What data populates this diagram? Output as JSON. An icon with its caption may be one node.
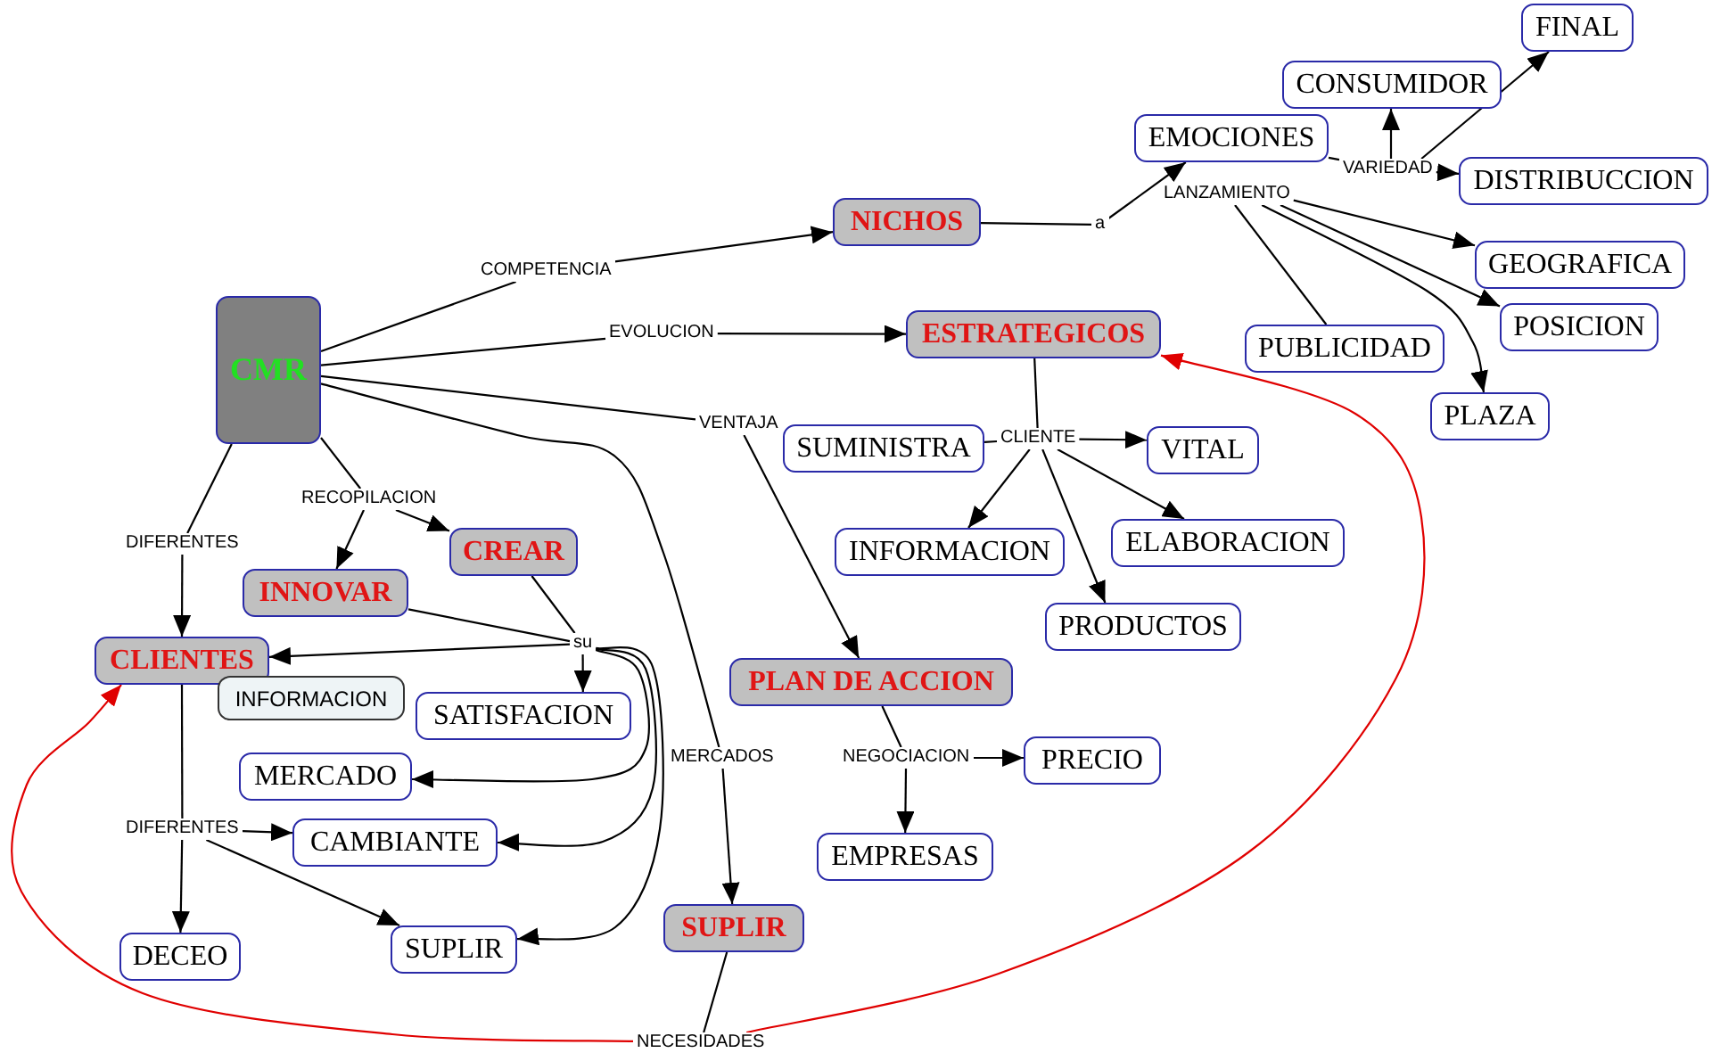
{
  "diagram": {
    "nodes": [
      {
        "text": [
          "FINAL"
        ]
      },
      {
        "text": [
          "CONSUMIDOR"
        ]
      },
      {
        "text": [
          "EMOCIONES"
        ]
      },
      {
        "text": [
          "VARIEDAD"
        ]
      },
      {
        "text": [
          "DISTRIBUCCION"
        ]
      },
      {
        "text": [
          "LANZAMIENTO"
        ]
      },
      {
        "text": [
          "NICHOS"
        ]
      },
      {
        "text": [
          "a"
        ]
      },
      {
        "text": [
          "GEOGRAFICA"
        ]
      },
      {
        "text": [
          "COMPETENCIA"
        ]
      },
      {
        "text": [
          "CMR"
        ]
      },
      {
        "text": [
          "POSICION"
        ]
      },
      {
        "text": [
          "EVOLUCION"
        ]
      },
      {
        "text": [
          "ESTRATEGICOS"
        ]
      },
      {
        "text": [
          "PUBLICIDAD"
        ]
      },
      {
        "text": [
          "PLAZA"
        ]
      },
      {
        "text": [
          "VENTAJA"
        ]
      },
      {
        "text": [
          "SUMINISTRA"
        ]
      },
      {
        "text": [
          "CLIENTE"
        ]
      },
      {
        "text": [
          "VITAL"
        ]
      },
      {
        "text": [
          "RECOPILACION"
        ]
      },
      {
        "text": [
          "INFORMACION"
        ]
      },
      {
        "text": [
          "ELABORACION"
        ]
      },
      {
        "text": [
          "DIFERENTES"
        ]
      },
      {
        "text": [
          "CREAR"
        ]
      },
      {
        "text": [
          "INNOVAR"
        ]
      },
      {
        "text": [
          "PRODUCTOS"
        ]
      },
      {
        "text": [
          "su"
        ]
      },
      {
        "text": [
          "CLIENTES"
        ]
      },
      {
        "text": [
          "PLAN DE ACCION"
        ]
      },
      {
        "text": [
          "INFORMACION"
        ]
      },
      {
        "text": [
          "SATISFACION"
        ]
      },
      {
        "text": [
          "PRECIO"
        ]
      },
      {
        "text": [
          "MERCADOS"
        ]
      },
      {
        "text": [
          "NEGOCIACION"
        ]
      },
      {
        "text": [
          "MERCADO"
        ]
      },
      {
        "text": [
          "DIFERENTES"
        ]
      },
      {
        "text": [
          "CAMBIANTE"
        ]
      },
      {
        "text": [
          "EMPRESAS"
        ]
      },
      {
        "text": [
          "SUPLIR"
        ]
      },
      {
        "text": [
          "DECEO"
        ]
      },
      {
        "text": [
          "SUPLIR"
        ]
      },
      {
        "text": [
          "NECESIDADES"
        ]
      }
    ],
    "edges": [
      {
        "from": 10,
        "to": 9,
        "arrow": "none"
      },
      {
        "from": 9,
        "to": 6,
        "arrow": "to"
      },
      {
        "from": 10,
        "to": 12,
        "arrow": "none"
      },
      {
        "from": 12,
        "to": 13,
        "arrow": "to"
      },
      {
        "from": 10,
        "to": 16,
        "arrow": "none"
      },
      {
        "from": 16,
        "to": 29,
        "arrow": "to"
      },
      {
        "from": 10,
        "to": 20,
        "arrow": "none"
      },
      {
        "from": 20,
        "to": 25,
        "arrow": "to"
      },
      {
        "from": 20,
        "to": 24,
        "arrow": "to"
      },
      {
        "from": 10,
        "to": 23,
        "arrow": "none"
      },
      {
        "from": 23,
        "to": 28,
        "arrow": "to"
      },
      {
        "from": 10,
        "to": 33,
        "arrow": "none"
      },
      {
        "from": 33,
        "to": 39,
        "arrow": "to"
      },
      {
        "from": 6,
        "to": 7,
        "arrow": "none"
      },
      {
        "from": 7,
        "to": 2,
        "arrow": "to"
      },
      {
        "from": 2,
        "to": 3,
        "arrow": "none"
      },
      {
        "from": 3,
        "to": 1,
        "arrow": "to"
      },
      {
        "from": 3,
        "to": 0,
        "arrow": "to"
      },
      {
        "from": 3,
        "to": 4,
        "arrow": "to"
      },
      {
        "from": 14,
        "to": 5,
        "arrow": "none"
      },
      {
        "from": 5,
        "to": 8,
        "arrow": "to"
      },
      {
        "from": 5,
        "to": 11,
        "arrow": "to"
      },
      {
        "from": 5,
        "to": 15,
        "arrow": "to"
      },
      {
        "from": 13,
        "to": 18,
        "arrow": "none"
      },
      {
        "from": 17,
        "to": 18,
        "arrow": "none"
      },
      {
        "from": 18,
        "to": 19,
        "arrow": "to"
      },
      {
        "from": 18,
        "to": 21,
        "arrow": "to"
      },
      {
        "from": 18,
        "to": 22,
        "arrow": "to"
      },
      {
        "from": 18,
        "to": 26,
        "arrow": "to"
      },
      {
        "from": 29,
        "to": 34,
        "arrow": "none"
      },
      {
        "from": 34,
        "to": 32,
        "arrow": "to"
      },
      {
        "from": 34,
        "to": 38,
        "arrow": "to"
      },
      {
        "from": 25,
        "to": 27,
        "arrow": "none"
      },
      {
        "from": 24,
        "to": 27,
        "arrow": "none"
      },
      {
        "from": 27,
        "to": 28,
        "arrow": "to"
      },
      {
        "from": 27,
        "to": 31,
        "arrow": "to"
      },
      {
        "from": 27,
        "to": 35,
        "arrow": "to"
      },
      {
        "from": 27,
        "to": 37,
        "arrow": "to"
      },
      {
        "from": 27,
        "to": 41,
        "arrow": "to"
      },
      {
        "from": 28,
        "to": 36,
        "arrow": "none"
      },
      {
        "from": 36,
        "to": 37,
        "arrow": "to"
      },
      {
        "from": 36,
        "to": 40,
        "arrow": "to"
      },
      {
        "from": 36,
        "to": 41,
        "arrow": "to"
      },
      {
        "from": 39,
        "to": 42,
        "arrow": "none"
      },
      {
        "from": 42,
        "to": 13,
        "arrow": "to",
        "color": "#e00000"
      },
      {
        "from": 42,
        "to": 28,
        "arrow": "to",
        "color": "#e00000"
      }
    ]
  }
}
